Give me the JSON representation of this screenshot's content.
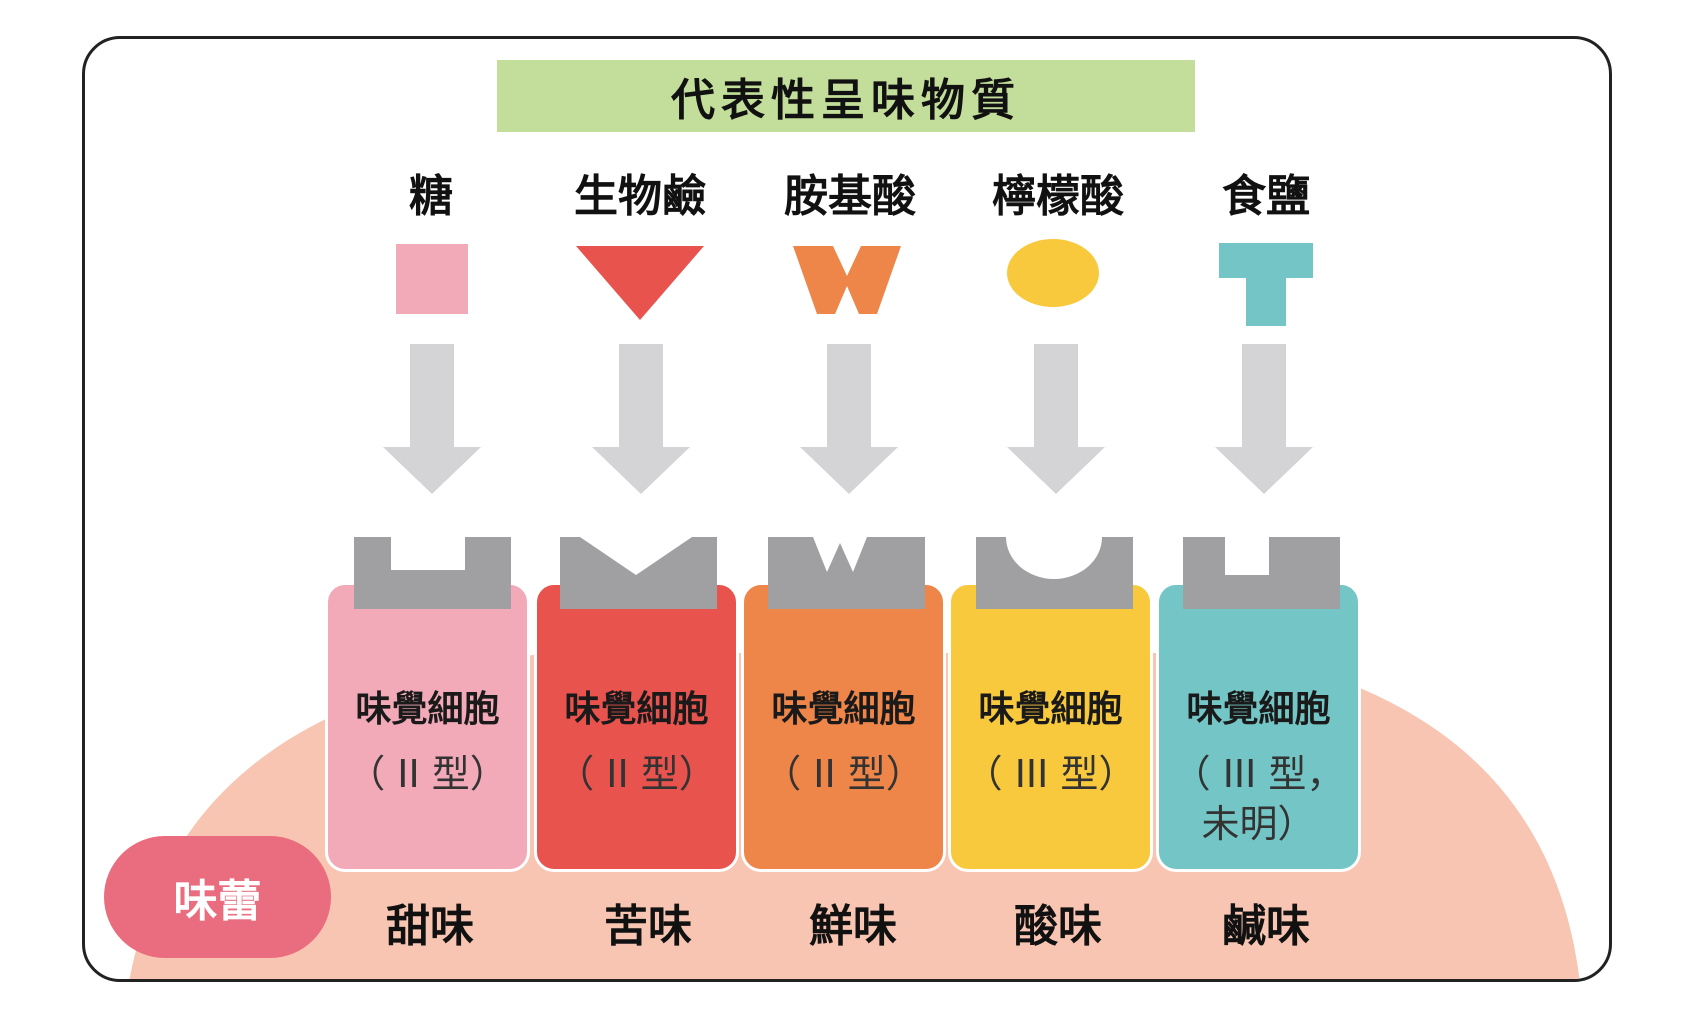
{
  "title": "代表性呈味物質",
  "substances": [
    "糖",
    "生物鹼",
    "胺基酸",
    "檸檬酸",
    "食鹽"
  ],
  "cells": [
    {
      "title": "味覺細胞",
      "type": "（ II 型）",
      "color": "#f2a9b8",
      "taste": "甜味"
    },
    {
      "title": "味覺細胞",
      "type": "（ II 型）",
      "color": "#e8534e",
      "taste": "苦味"
    },
    {
      "title": "味覺細胞",
      "type": "（ II 型）",
      "color": "#ee8549",
      "taste": "鮮味"
    },
    {
      "title": "味覺細胞",
      "type": "（ III 型）",
      "color": "#f8c93c",
      "taste": "酸味"
    },
    {
      "title": "味覺細胞",
      "type": "（ III 型，\n未明）",
      "color": "#74c6c6",
      "taste": "鹹味"
    }
  ],
  "taste_bud_label": "味蕾",
  "colors": {
    "title_bg": "#c2de9a",
    "tissue": "#f7c5b1",
    "arrow": "#d4d4d6",
    "receptor": "#a0a0a2",
    "bud": "#ea6d7f"
  },
  "shape_names": [
    "square",
    "triangle-down",
    "w-shape",
    "oval",
    "t-shape"
  ]
}
